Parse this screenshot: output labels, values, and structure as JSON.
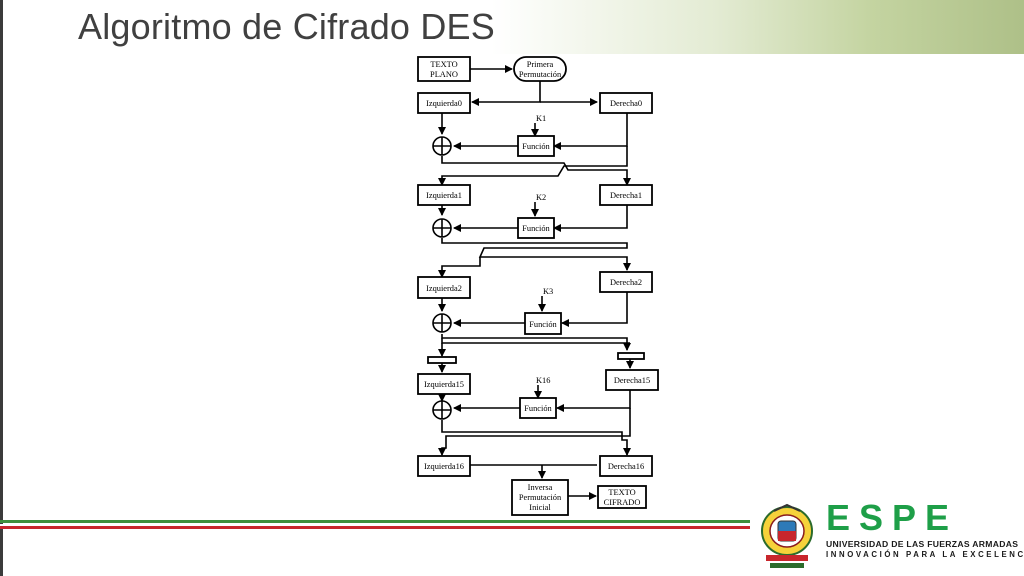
{
  "slide": {
    "title": "Algoritmo de Cifrado DES"
  },
  "diagram": {
    "boxes": {
      "plaintext": [
        "TEXTO",
        "PLANO"
      ],
      "initial_permutation": [
        "Primera",
        "Permutación"
      ],
      "left0": "Izquierda0",
      "right0": "Derecha0",
      "left1": "Izquierda1",
      "right1": "Derecha1",
      "left2": "Izquierda2",
      "right2": "Derecha2",
      "left15": "Izquierda15",
      "right15": "Derecha15",
      "left16": "Izquierda16",
      "right16": "Derecha16",
      "inverse_permutation": [
        "Inversa",
        "Permutación",
        "Inicial"
      ],
      "ciphertext": [
        "TEXTO",
        "CIFRADO"
      ]
    },
    "function_label": "Función",
    "keys": [
      "K1",
      "K2",
      "K3",
      "K16"
    ]
  },
  "footer": {
    "brand": "ESPE",
    "university": "UNIVERSIDAD DE LAS FUERZAS ARMADAS",
    "motto": "INNOVACIÓN PARA LA EXCELENCIA"
  },
  "colors": {
    "title_band_end": "#aec088",
    "stripe_green": "#3f8e3c",
    "stripe_red": "#c8262c",
    "brand_green": "#1e9f48"
  }
}
